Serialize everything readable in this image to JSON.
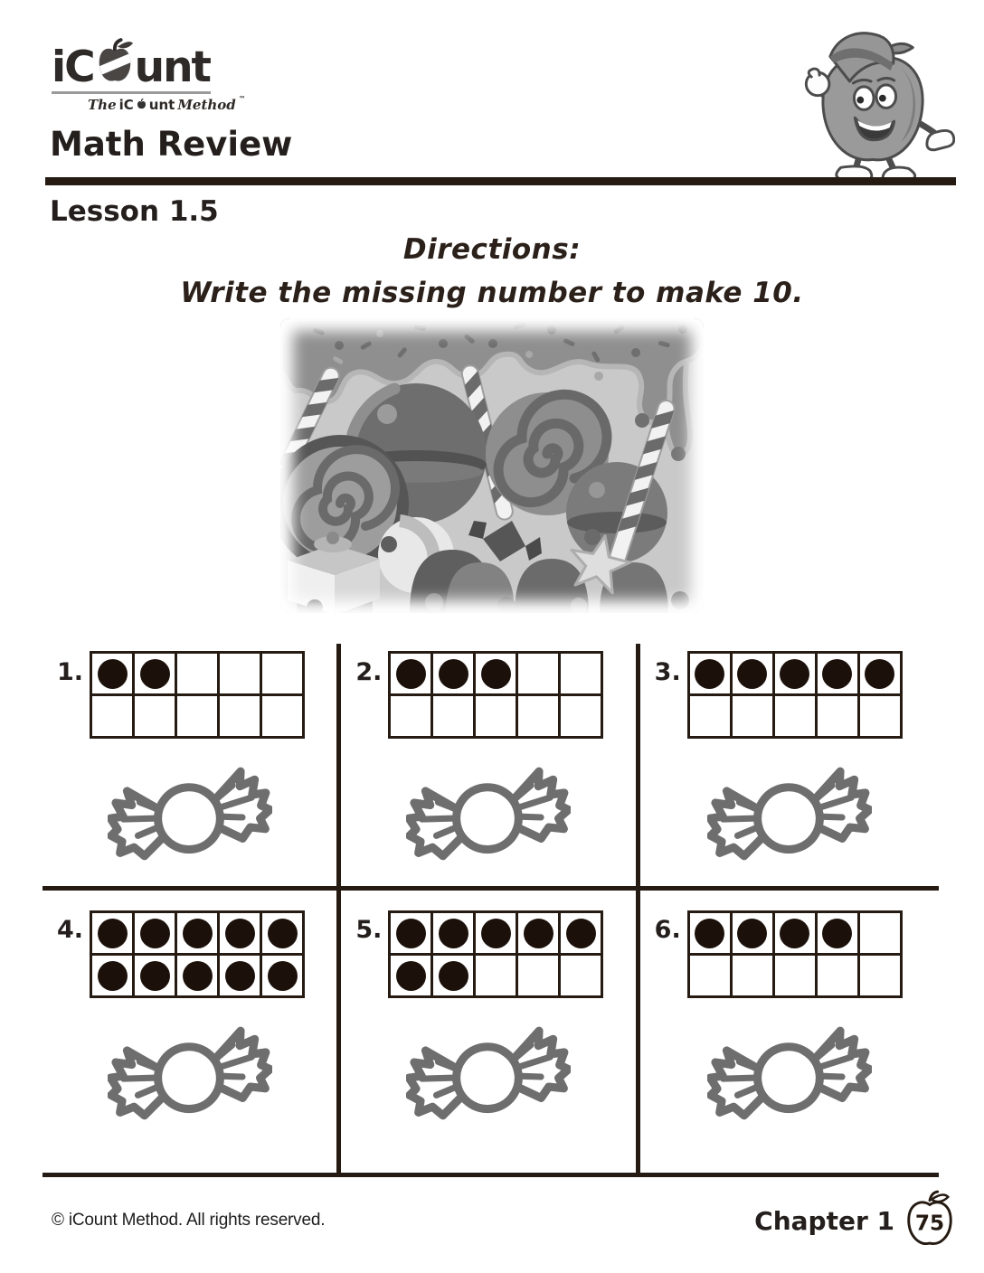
{
  "brand": {
    "name_left": "iC",
    "name_right": "unt",
    "tagline_the": "The",
    "tagline_brand_left": "iC",
    "tagline_brand_right": "unt",
    "tagline_method": "Method",
    "trademark": "™"
  },
  "header": {
    "title": "Math Review",
    "lesson": "Lesson 1.5"
  },
  "directions": {
    "heading": "Directions:",
    "instruction": "Write the missing number to make 10."
  },
  "problems": [
    {
      "number": "1.",
      "filled_dots": 2,
      "total_cells": 10
    },
    {
      "number": "2.",
      "filled_dots": 3,
      "total_cells": 10
    },
    {
      "number": "3.",
      "filled_dots": 5,
      "total_cells": 10
    },
    {
      "number": "4.",
      "filled_dots": 10,
      "total_cells": 10
    },
    {
      "number": "5.",
      "filled_dots": 7,
      "total_cells": 10
    },
    {
      "number": "6.",
      "filled_dots": 4,
      "total_cells": 10
    }
  ],
  "footer": {
    "copyright": "© iCount Method. All rights reserved.",
    "chapter": "Chapter 1",
    "page_number": "75"
  },
  "colors": {
    "ink": "#261b12",
    "dot": "#1c110a",
    "candy_outline": "#6e6e6e"
  }
}
